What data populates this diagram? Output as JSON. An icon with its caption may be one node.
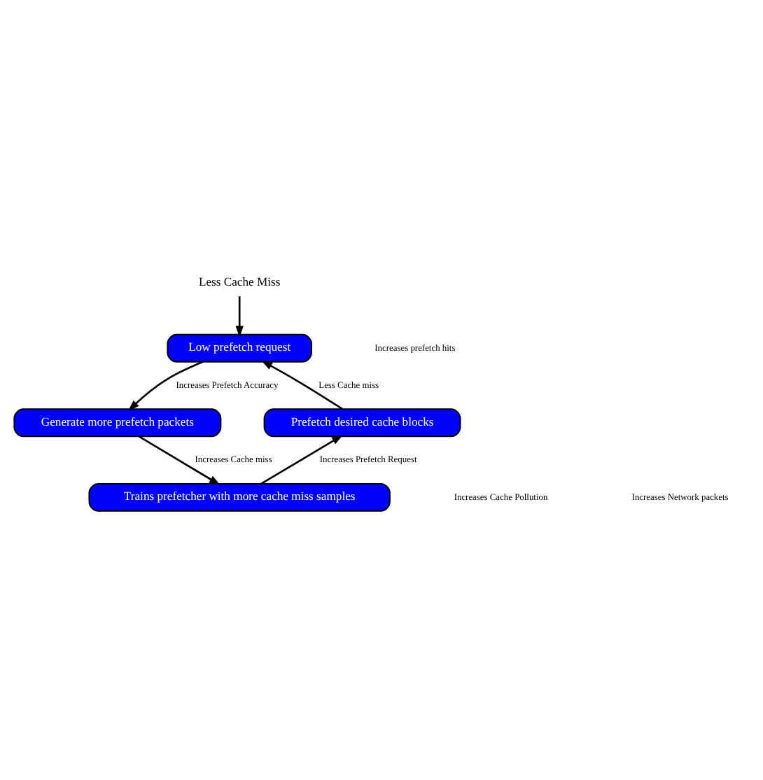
{
  "diagram": {
    "nodes": [
      {
        "text": [
          "Low prefetch request"
        ]
      },
      {
        "text": [
          "Generate more prefetch packets"
        ]
      },
      {
        "text": [
          "Trains prefetcher with more cache miss samples"
        ]
      },
      {
        "text": [
          "Prefetch desired cache blocks"
        ]
      },
      {
        "text": [
          "Less Cache Miss"
        ]
      }
    ],
    "edges": [
      {
        "from": 4,
        "to": 0,
        "arrow": "to"
      },
      {
        "from": 0,
        "to": 1,
        "arrow": "to",
        "label": "Increases Prefetch Accuracy"
      },
      {
        "from": 1,
        "to": 2,
        "arrow": "to",
        "label": "Increases Cache miss"
      },
      {
        "from": 2,
        "to": 3,
        "arrow": "to",
        "label": "Increases Prefetch Request"
      },
      {
        "from": 3,
        "to": 0,
        "arrow": "to",
        "label": "Less Cache miss"
      }
    ],
    "labels": [
      "Increases prefetch hits",
      "Increases Cache Pollution",
      "Increases Network packets"
    ]
  }
}
